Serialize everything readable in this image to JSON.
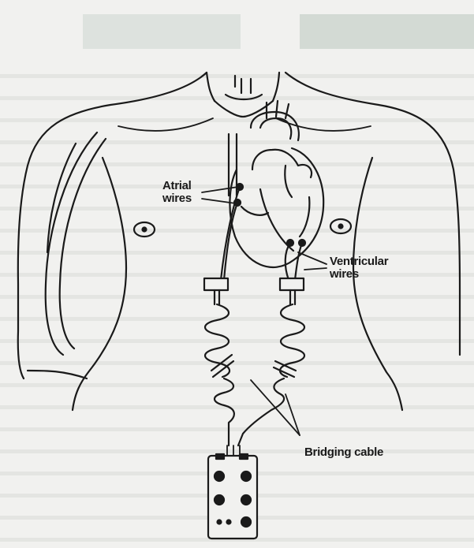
{
  "labels": {
    "atrial": [
      "Atrial",
      "wires"
    ],
    "ventricular": [
      "Ventricular",
      "wires"
    ],
    "bridging": "Bridging cable"
  },
  "colors": {
    "ink": "#1a1a1a",
    "paper": "#f1f1ef",
    "bleed_text": "#bfc4c0"
  }
}
